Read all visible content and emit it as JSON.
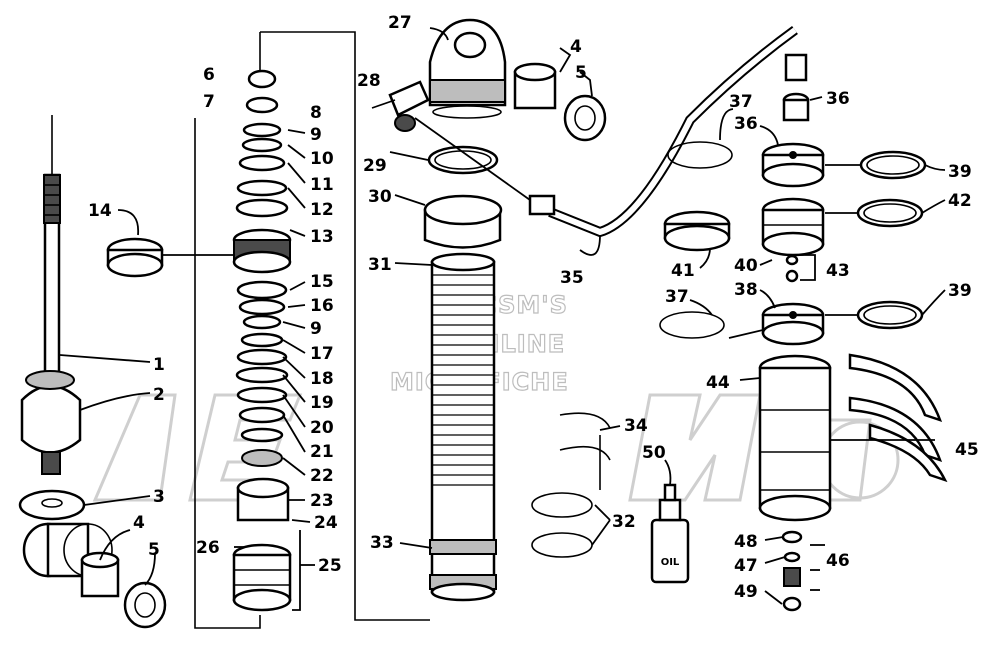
{
  "watermark": {
    "lines": [
      "ARCSM'S",
      "ONLINE",
      "MICROFICHE"
    ]
  },
  "callouts": [
    {
      "id": "c1",
      "text": "1"
    },
    {
      "id": "c2",
      "text": "2"
    },
    {
      "id": "c3",
      "text": "3"
    },
    {
      "id": "c4a",
      "text": "4"
    },
    {
      "id": "c5a",
      "text": "5"
    },
    {
      "id": "c4b",
      "text": "4"
    },
    {
      "id": "c5b",
      "text": "5"
    },
    {
      "id": "c6",
      "text": "6"
    },
    {
      "id": "c7",
      "text": "7"
    },
    {
      "id": "c8",
      "text": "8"
    },
    {
      "id": "c9a",
      "text": "9"
    },
    {
      "id": "c10",
      "text": "10"
    },
    {
      "id": "c11",
      "text": "11"
    },
    {
      "id": "c12",
      "text": "12"
    },
    {
      "id": "c13",
      "text": "13"
    },
    {
      "id": "c14",
      "text": "14"
    },
    {
      "id": "c15",
      "text": "15"
    },
    {
      "id": "c16",
      "text": "16"
    },
    {
      "id": "c9b",
      "text": "9"
    },
    {
      "id": "c17",
      "text": "17"
    },
    {
      "id": "c18",
      "text": "18"
    },
    {
      "id": "c19",
      "text": "19"
    },
    {
      "id": "c20",
      "text": "20"
    },
    {
      "id": "c21",
      "text": "21"
    },
    {
      "id": "c22",
      "text": "22"
    },
    {
      "id": "c23",
      "text": "23"
    },
    {
      "id": "c24",
      "text": "24"
    },
    {
      "id": "c25",
      "text": "25"
    },
    {
      "id": "c26",
      "text": "26"
    },
    {
      "id": "c27",
      "text": "27"
    },
    {
      "id": "c28",
      "text": "28"
    },
    {
      "id": "c29",
      "text": "29"
    },
    {
      "id": "c30",
      "text": "30"
    },
    {
      "id": "c31",
      "text": "31"
    },
    {
      "id": "c32",
      "text": "32"
    },
    {
      "id": "c33",
      "text": "33"
    },
    {
      "id": "c34",
      "text": "34"
    },
    {
      "id": "c35",
      "text": "35"
    },
    {
      "id": "c36a",
      "text": "36"
    },
    {
      "id": "c36b",
      "text": "36"
    },
    {
      "id": "c37a",
      "text": "37"
    },
    {
      "id": "c37b",
      "text": "37"
    },
    {
      "id": "c38",
      "text": "38"
    },
    {
      "id": "c39a",
      "text": "39"
    },
    {
      "id": "c39b",
      "text": "39"
    },
    {
      "id": "c40",
      "text": "40"
    },
    {
      "id": "c41",
      "text": "41"
    },
    {
      "id": "c42",
      "text": "42"
    },
    {
      "id": "c43",
      "text": "43"
    },
    {
      "id": "c44",
      "text": "44"
    },
    {
      "id": "c45",
      "text": "45"
    },
    {
      "id": "c46",
      "text": "46"
    },
    {
      "id": "c47",
      "text": "47"
    },
    {
      "id": "c48",
      "text": "48"
    },
    {
      "id": "c49",
      "text": "49"
    },
    {
      "id": "c50",
      "text": "50"
    }
  ],
  "oil_bottle_label": "OIL"
}
